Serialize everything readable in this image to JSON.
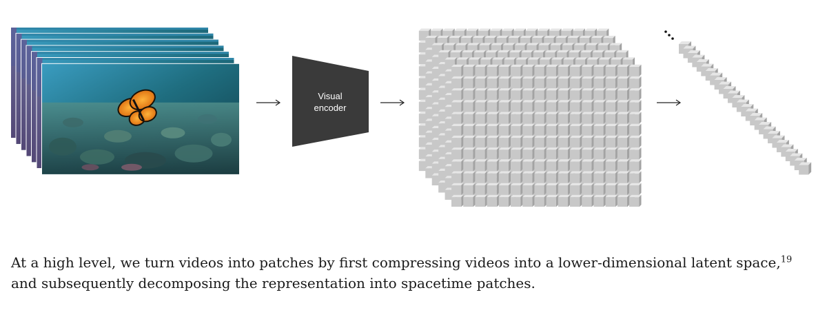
{
  "diagram": {
    "encoder_label_line1": "Visual",
    "encoder_label_line2": "encoder",
    "ellipsis": "…",
    "frames_icon": "video-frames-stack",
    "cube_icon": "latent-patch-cube",
    "chain_icon": "spacetime-patch-sequence"
  },
  "caption": {
    "text_before": "At a high level, we turn videos into patches by first compressing videos into a lower-dimensional latent space,",
    "footnote_ref": "19",
    "text_after": " and subsequently decomposing the representation into spacetime patches."
  },
  "colors": {
    "encoder_fill": "#3a3a3a",
    "patch_front": "#c8c8c8",
    "patch_top": "#e6e6e6",
    "patch_side": "#a3a3a3",
    "water_light": "#2e8fb0",
    "water_dark": "#123f4a",
    "butterfly": "#f08a1a"
  }
}
